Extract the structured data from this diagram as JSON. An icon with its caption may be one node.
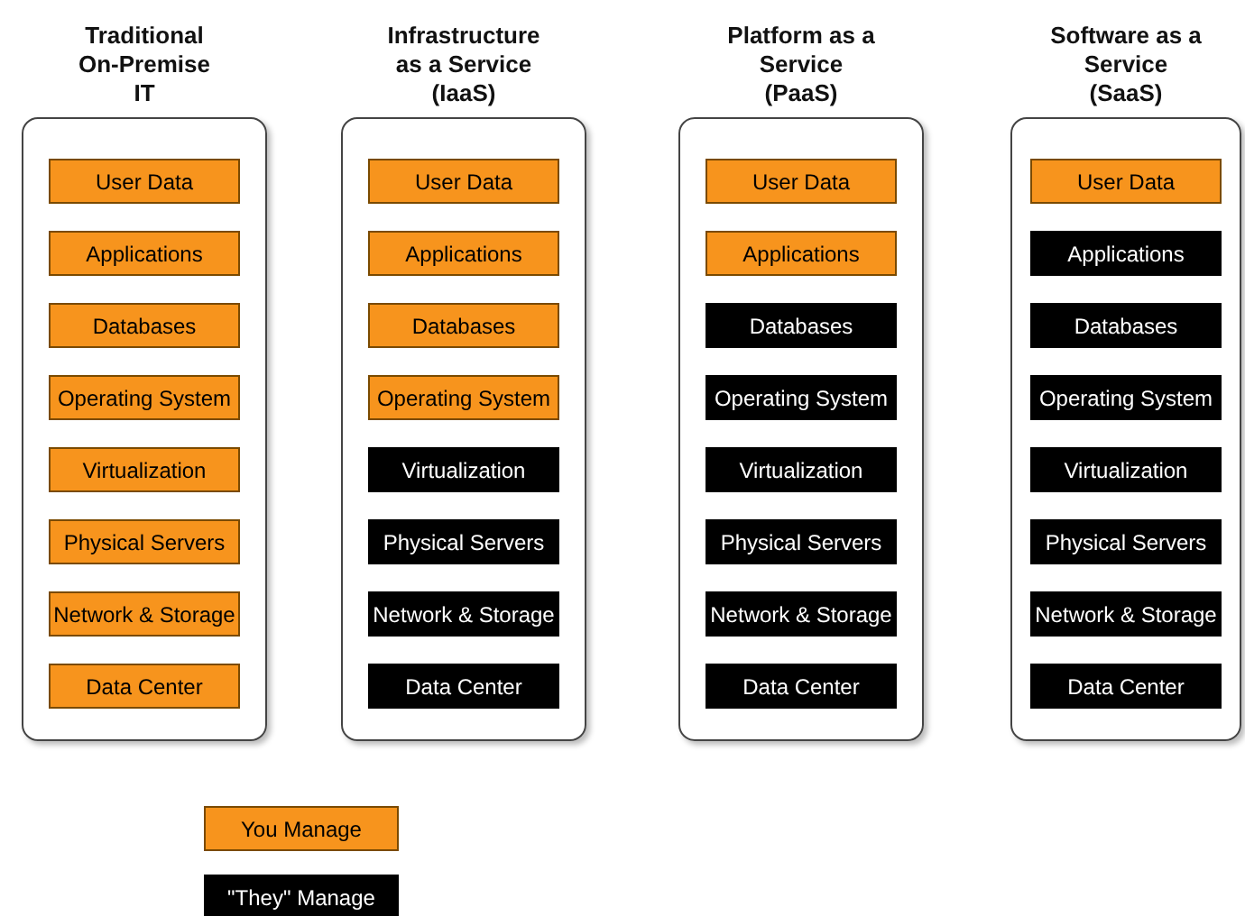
{
  "diagram": {
    "nodes": [
      {
        "text": [
          "Traditional On-Premise IT"
        ]
      },
      {
        "text": [
          "User Data"
        ],
        "in": 0
      },
      {
        "text": [
          "Applications"
        ],
        "in": 0
      },
      {
        "text": [
          "Databases"
        ],
        "in": 0
      },
      {
        "text": [
          "Operating System"
        ],
        "in": 0
      },
      {
        "text": [
          "Virtualization"
        ],
        "in": 0
      },
      {
        "text": [
          "Physical Servers"
        ],
        "in": 0
      },
      {
        "text": [
          "Network & Storage"
        ],
        "in": 0
      },
      {
        "text": [
          "Data Center"
        ],
        "in": 0
      },
      {
        "text": [
          "Infrastructure as a Service (IaaS)"
        ]
      },
      {
        "text": [
          "User Data"
        ],
        "in": 9
      },
      {
        "text": [
          "Applications"
        ],
        "in": 9
      },
      {
        "text": [
          "Databases"
        ],
        "in": 9
      },
      {
        "text": [
          "Operating System"
        ],
        "in": 9
      },
      {
        "text": [
          "Virtualization"
        ],
        "in": 9
      },
      {
        "text": [
          "Physical Servers"
        ],
        "in": 9
      },
      {
        "text": [
          "Network & Storage"
        ],
        "in": 9
      },
      {
        "text": [
          "Data Center"
        ],
        "in": 9
      },
      {
        "text": [
          "Platform as a Service (PaaS)"
        ]
      },
      {
        "text": [
          "User Data"
        ],
        "in": 18
      },
      {
        "text": [
          "Applications"
        ],
        "in": 18
      },
      {
        "text": [
          "Databases"
        ],
        "in": 18
      },
      {
        "text": [
          "Operating System"
        ],
        "in": 18
      },
      {
        "text": [
          "Virtualization"
        ],
        "in": 18
      },
      {
        "text": [
          "Physical Servers"
        ],
        "in": 18
      },
      {
        "text": [
          "Network & Storage"
        ],
        "in": 18
      },
      {
        "text": [
          "Data Center"
        ],
        "in": 18
      },
      {
        "text": [
          "Software as a Service (SaaS)"
        ]
      },
      {
        "text": [
          "User Data"
        ],
        "in": 27
      },
      {
        "text": [
          "Applications"
        ],
        "in": 27
      },
      {
        "text": [
          "Databases"
        ],
        "in": 27
      },
      {
        "text": [
          "Operating System"
        ],
        "in": 27
      },
      {
        "text": [
          "Virtualization"
        ],
        "in": 27
      },
      {
        "text": [
          "Physical Servers"
        ],
        "in": 27
      },
      {
        "text": [
          "Network & Storage"
        ],
        "in": 27
      },
      {
        "text": [
          "Data Center"
        ],
        "in": 27
      }
    ],
    "legend": [
      {
        "text": "You Manage",
        "color": "#f7941d"
      },
      {
        "text": "\"They\" Manage",
        "color": "#000000"
      }
    ]
  }
}
